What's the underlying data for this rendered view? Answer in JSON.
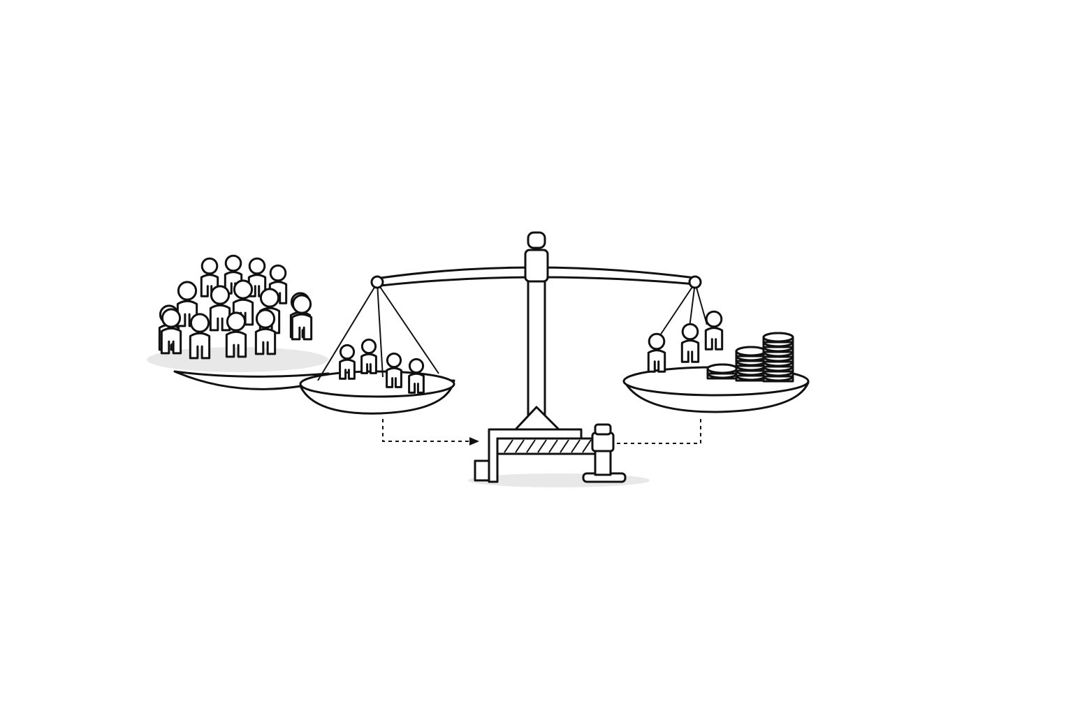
{
  "illustration": {
    "subject": "balance-scale",
    "colors": {
      "ink": "#111111",
      "background": "#ffffff",
      "shade": "#e8e8e8"
    },
    "icons": [
      "balance-scale-icon",
      "person-icon",
      "coin-stack-icon",
      "barrier-gate-icon",
      "bollard-icon",
      "dashed-arrow-icon"
    ],
    "left_crowd_count": 15,
    "left_pan_people_count": 4,
    "right_pan_people_count": 3,
    "right_pan_coin_stacks": 3
  }
}
